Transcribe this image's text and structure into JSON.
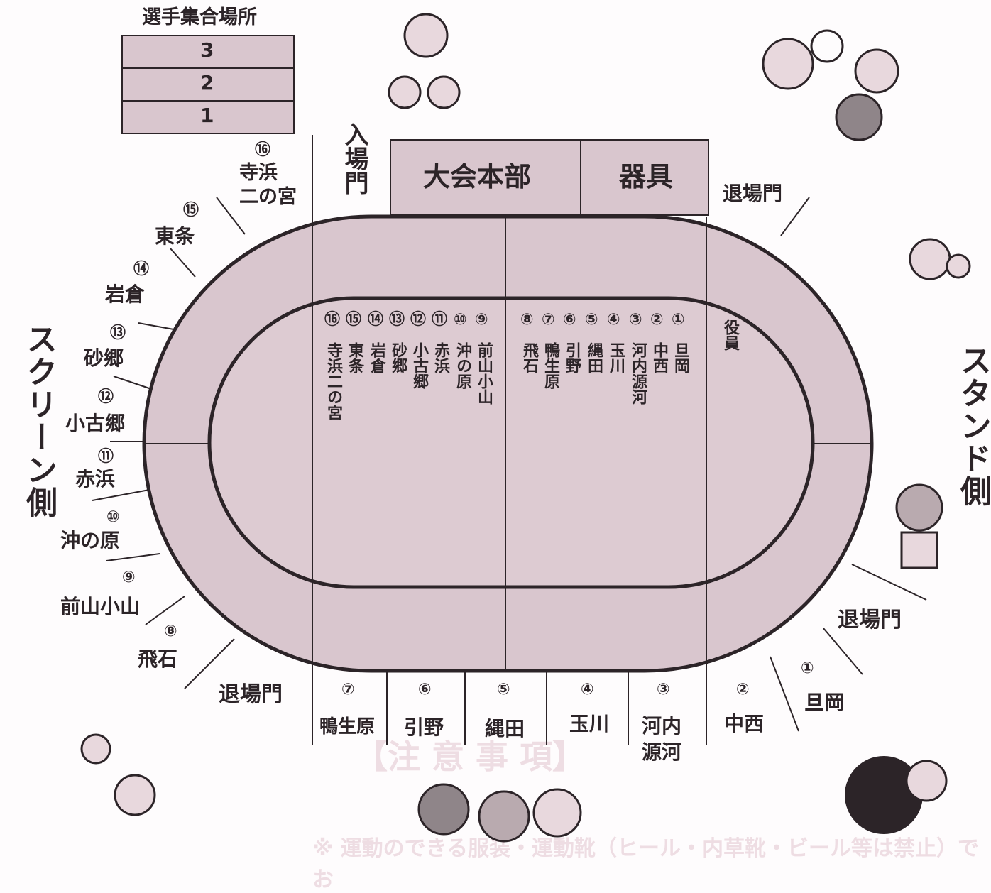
{
  "assembly": {
    "title": "選手集合場所",
    "rows": [
      "3",
      "2",
      "1"
    ]
  },
  "entrance_gate": "入場門",
  "headquarters": "大会本部",
  "equipment": "器具",
  "exit_gate": "退場門",
  "officials": "役員",
  "sides": {
    "left": "スクリーン側",
    "right": "スタンド側"
  },
  "teams": [
    {
      "num": "①",
      "name": "旦岡"
    },
    {
      "num": "②",
      "name": "中西"
    },
    {
      "num": "③",
      "name": "河内源河"
    },
    {
      "num": "④",
      "name": "玉川"
    },
    {
      "num": "⑤",
      "name": "縄田"
    },
    {
      "num": "⑥",
      "name": "引野"
    },
    {
      "num": "⑦",
      "name": "鴨生原"
    },
    {
      "num": "⑧",
      "name": "飛石"
    },
    {
      "num": "⑨",
      "name": "前山小山"
    },
    {
      "num": "⑩",
      "name": "沖の原"
    },
    {
      "num": "⑪",
      "name": "赤浜"
    },
    {
      "num": "⑫",
      "name": "小古郷"
    },
    {
      "num": "⑬",
      "name": "砂郷"
    },
    {
      "num": "⑭",
      "name": "岩倉"
    },
    {
      "num": "⑮",
      "name": "東条"
    },
    {
      "num": "⑯",
      "name": "寺浜二の宮"
    }
  ],
  "bottom_labels": {
    "t7": "鴨生原",
    "t6": "引野",
    "t5": "縄田",
    "t4": "玉川",
    "t3a": "河内",
    "t3b": "源河",
    "t2": "中西",
    "t1": "旦岡",
    "t16a": "寺浜",
    "t16b": "二の宮"
  },
  "ghost_text": {
    "notice": "【注 意 事 項】",
    "footer": "※ 運動のできる服装・運動靴（ヒール・内草靴・ビール等は禁止）でお"
  },
  "colors": {
    "field_fill": "#d9c6ce",
    "line": "#2c2428",
    "background": "#fefcfd",
    "ghost": "#eedde3"
  }
}
